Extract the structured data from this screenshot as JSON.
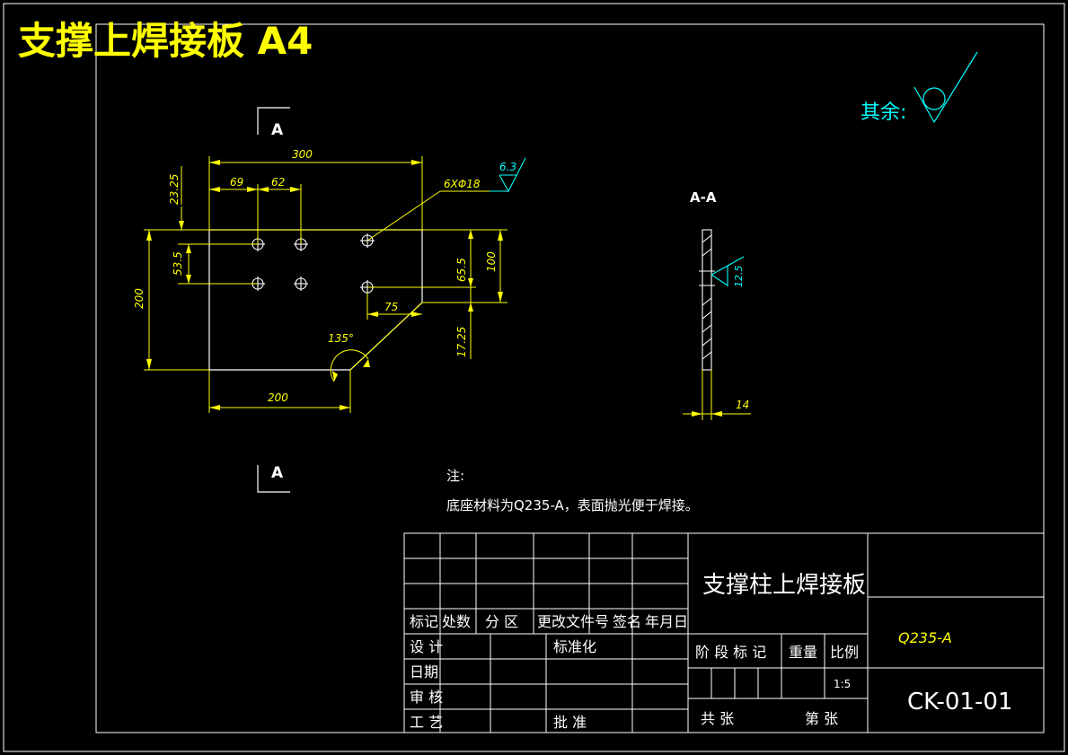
{
  "header": {
    "title": "支撑上焊接板 A4"
  },
  "roughness": {
    "rest_label": "其余:",
    "hole_value": "6.3",
    "section_value": "12.5"
  },
  "section_marks": {
    "top": "A",
    "bottom": "A",
    "view_label": "A-A"
  },
  "dimensions": {
    "width_300": "300",
    "d_69": "69",
    "d_62": "62",
    "d_23_25": "23.25",
    "d_53_5": "53.5",
    "d_200_v": "200",
    "d_65_5": "65.5",
    "d_100": "100",
    "d_75": "75",
    "d_17_25": "17.25",
    "angle_135": "135°",
    "d_200_h": "200",
    "holes": "6XΦ18",
    "thickness": "14"
  },
  "notes": {
    "heading": "注:",
    "text": "底座材料为Q235-A，表面抛光便于焊接。"
  },
  "title_block": {
    "part_name": "支撑柱上焊接板",
    "material": "Q235-A",
    "drawing_no": "CK-01-01",
    "rev_row": [
      "标记",
      "处数",
      "分 区",
      "更改文件号",
      "签名",
      "年月日"
    ],
    "design": "设 计",
    "standard": "标准化",
    "date": "日期",
    "review": "审 核",
    "process": "工 艺",
    "approve": "批 准",
    "stage_mark": "阶 段 标 记",
    "weight": "重量",
    "scale_label": "比例",
    "scale_value": "1:5",
    "total": "共    张",
    "sheet": "第    张"
  }
}
